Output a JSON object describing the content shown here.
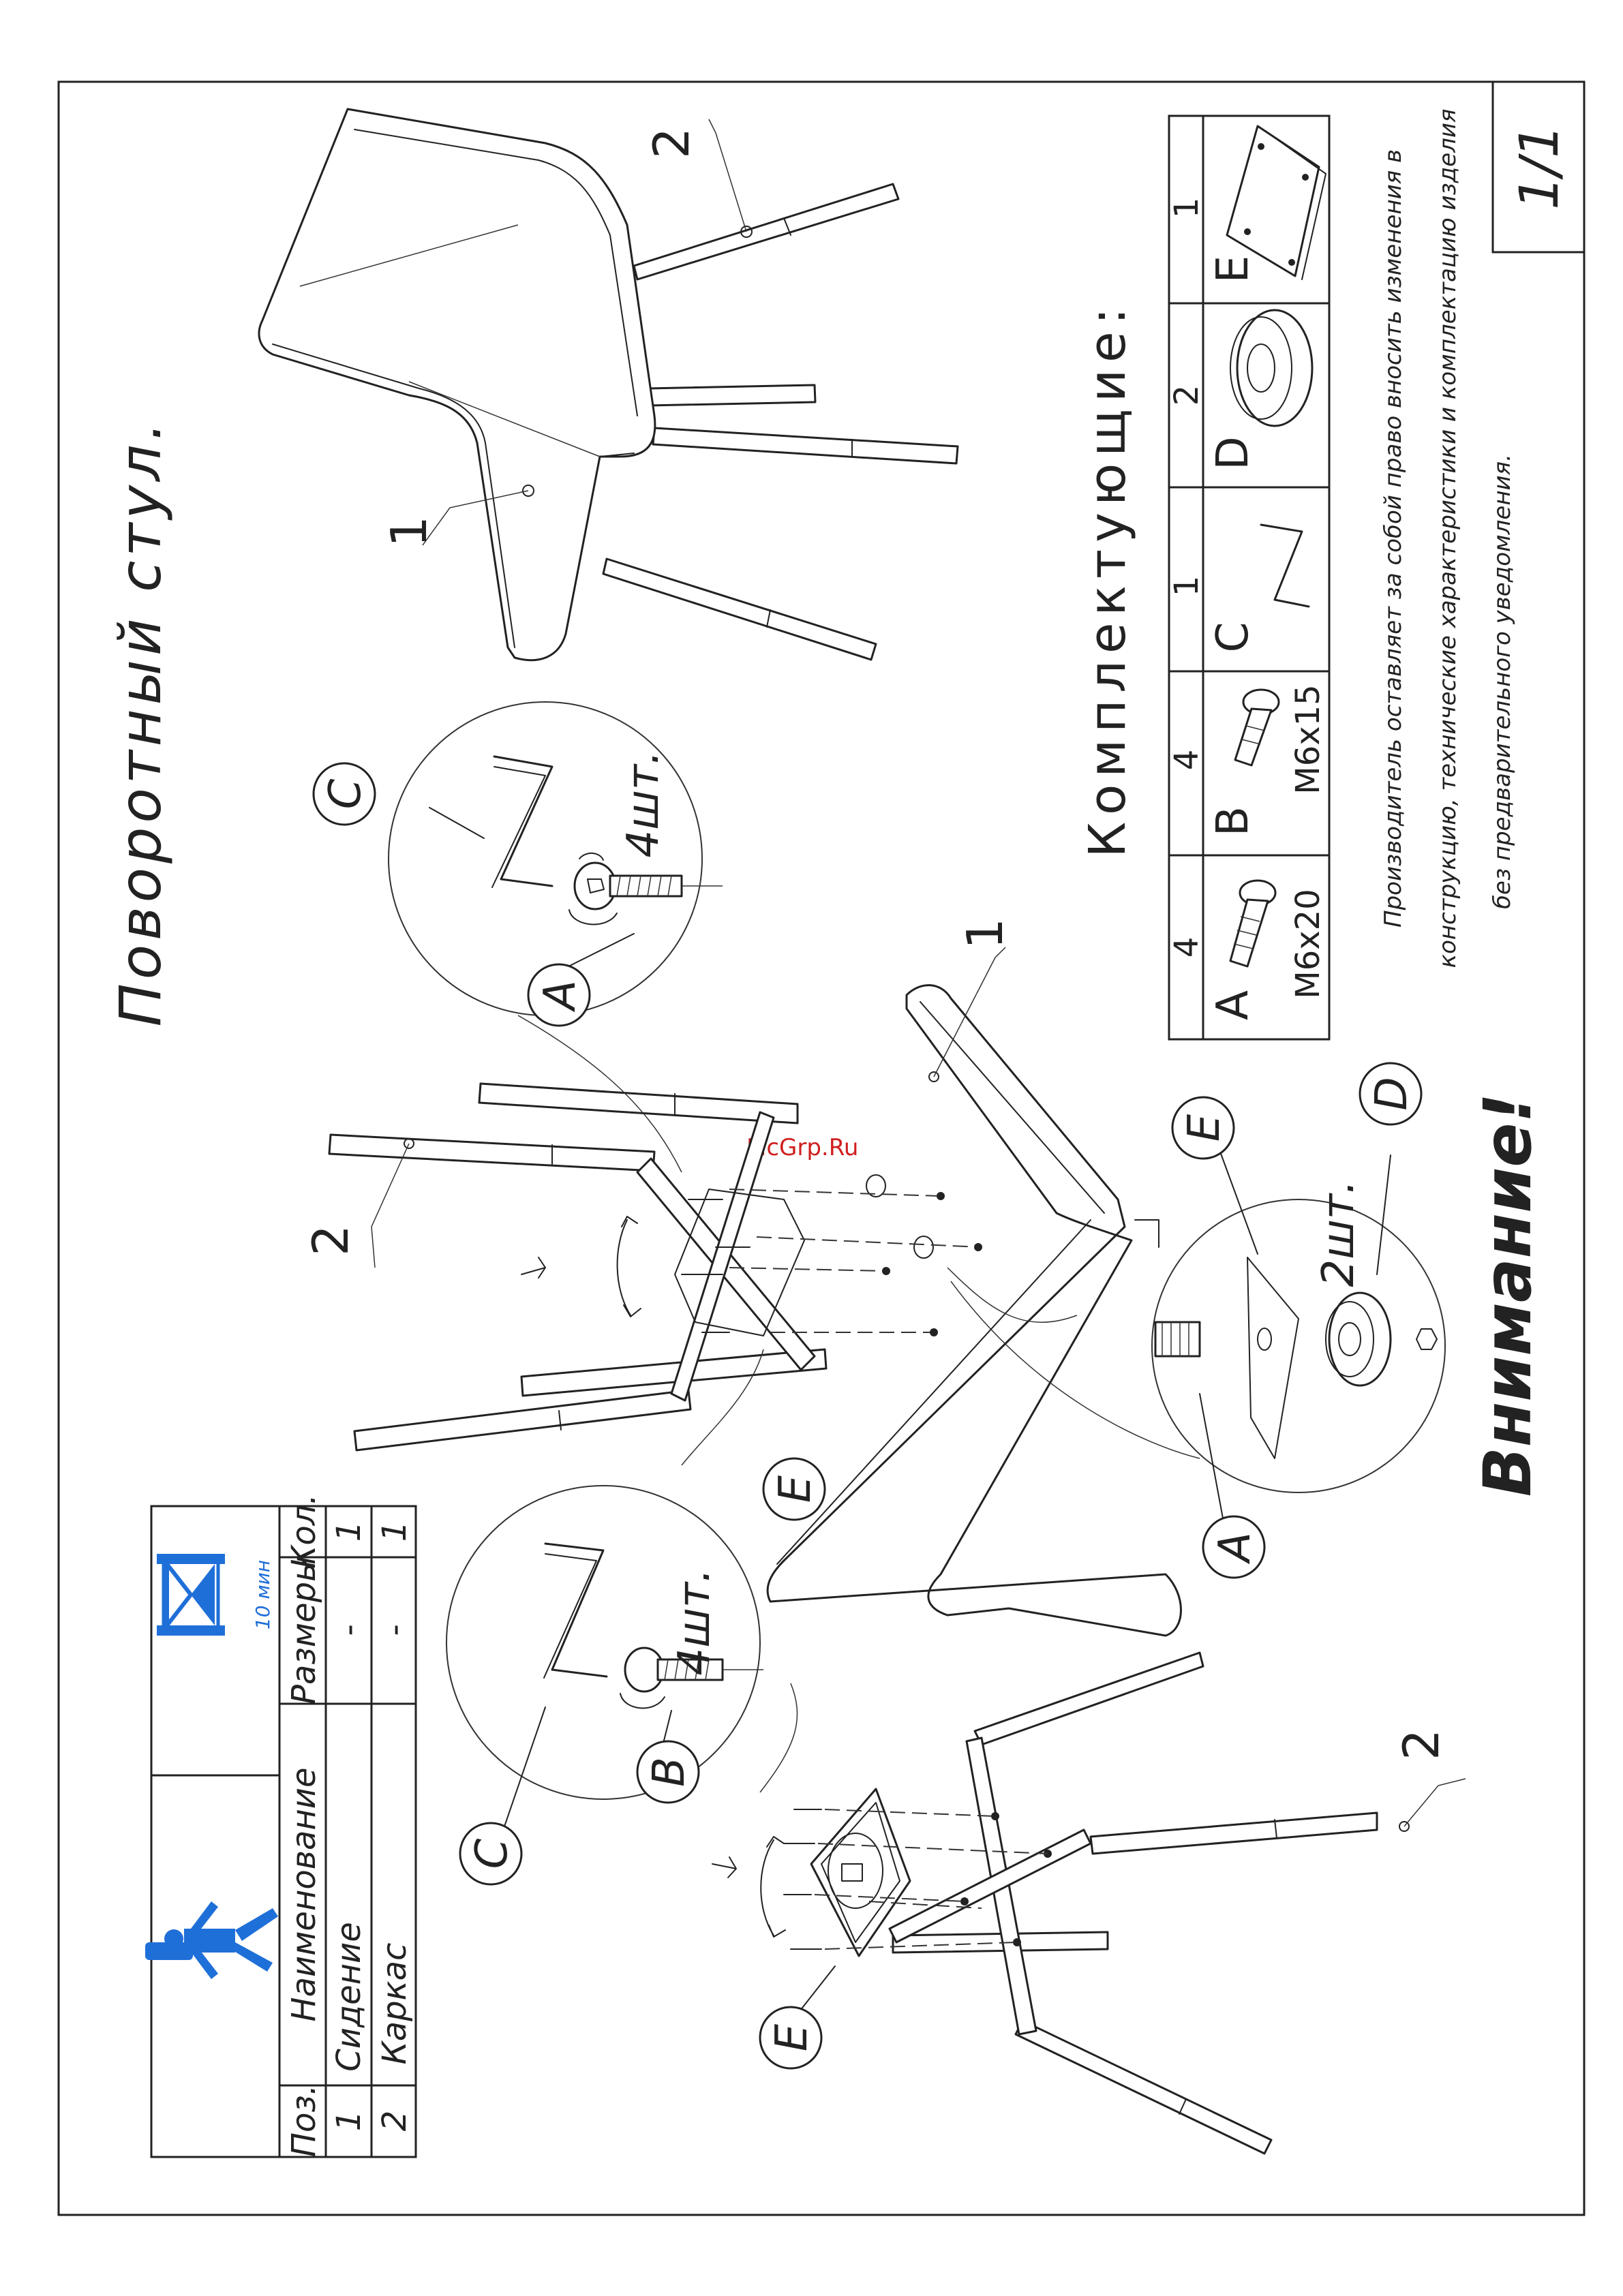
{
  "title": "Поворотный стул.",
  "components_title": "Комплектующие:",
  "components": [
    {
      "letter": "A",
      "qty": "4",
      "size": "M6x20"
    },
    {
      "letter": "B",
      "qty": "4",
      "size": "M6x15"
    },
    {
      "letter": "C",
      "qty": "1",
      "size": ""
    },
    {
      "letter": "D",
      "qty": "2",
      "size": ""
    },
    {
      "letter": "E",
      "qty": "1",
      "size": ""
    }
  ],
  "page_number": "1/1",
  "disclaimer": [
    "Производитель оставляет за собой право вносить изменения в",
    "конструкцию, технические характеристики и комплектацию изделия",
    "без предварительного уведомления."
  ],
  "warning": "Внимание!",
  "watermark": "McGrp.Ru",
  "assembly_time": "10 мин",
  "parts_table": {
    "headers": [
      "Поз.",
      "Наименование",
      "Размеры",
      "Кол."
    ],
    "rows": [
      [
        "1",
        "Сидение",
        "-",
        "1"
      ],
      [
        "2",
        "Каркас",
        "-",
        "1"
      ]
    ]
  },
  "detail_labels": {
    "qty_4pcs": "4шт.",
    "qty_2pcs": "2шт."
  },
  "callouts": {
    "seat": "1",
    "frame": "2",
    "hex_key": "C",
    "bolt_a": "A",
    "bolt_b": "B",
    "plate": "E",
    "washer": "D"
  },
  "colors": {
    "line": "#222222",
    "person_icon": "#1f6fd8",
    "hourglass": "#1f6fd8",
    "watermark": "#d01f1f"
  }
}
